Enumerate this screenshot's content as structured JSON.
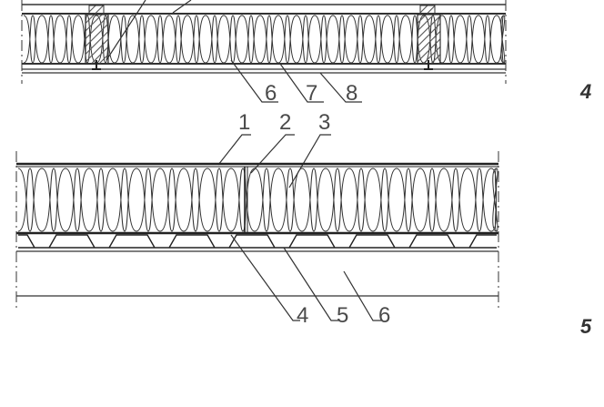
{
  "figure_top": {
    "number": "4",
    "callouts": [
      "6",
      "7",
      "8"
    ]
  },
  "figure_bottom": {
    "number": "5",
    "callouts_top": [
      "1",
      "2",
      "3"
    ],
    "callouts_bottom": [
      "4",
      "5",
      "6"
    ]
  },
  "colors": {
    "line": "#333333",
    "text": "#4a4a4a",
    "hatch": "#555555"
  }
}
